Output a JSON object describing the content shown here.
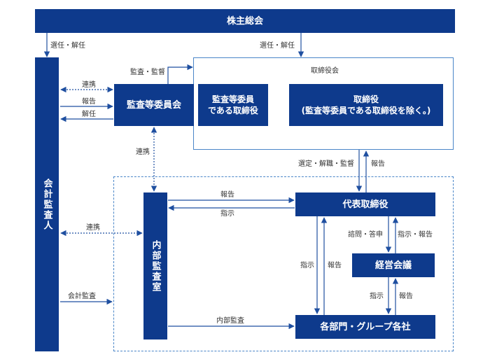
{
  "nodes": {
    "shareholders": "株主総会",
    "accounting_auditor": "会計監査人",
    "audit_committee": "監査等委員会",
    "audit_director": "監査等委員\nである取締役",
    "director": "取締役\n(監査等委員である取締役を除く。)",
    "board": "取締役会",
    "internal_audit": "内部監査室",
    "ceo": "代表取締役",
    "mgmt_meeting": "経営会議",
    "departments": "各部門・グループ各社"
  },
  "labels": {
    "elect_left": "選任・解任",
    "elect_right": "選任・解任",
    "audit_supervise": "監査・監督",
    "coop1": "連携",
    "report1": "報告",
    "dismiss": "解任",
    "coop2": "連携",
    "select_supervise": "選定・解職・監督",
    "report_board": "報告",
    "report_ia_ceo": "報告",
    "instruct_ceo_ia": "指示",
    "coop3": "連携",
    "consult": "諮問・答申",
    "instruct_report": "指示・報告",
    "instruct_dept": "指示",
    "report_dept": "報告",
    "instruct_mgmt": "指示",
    "report_mgmt": "報告",
    "accounting_audit": "会計監査",
    "internal_audit_lbl": "内部監査"
  },
  "colors": {
    "box": "#0e3a8c",
    "board_frame": "#4a86c8",
    "group_frame": "#4a86c8",
    "line": "#1f4fa0"
  }
}
